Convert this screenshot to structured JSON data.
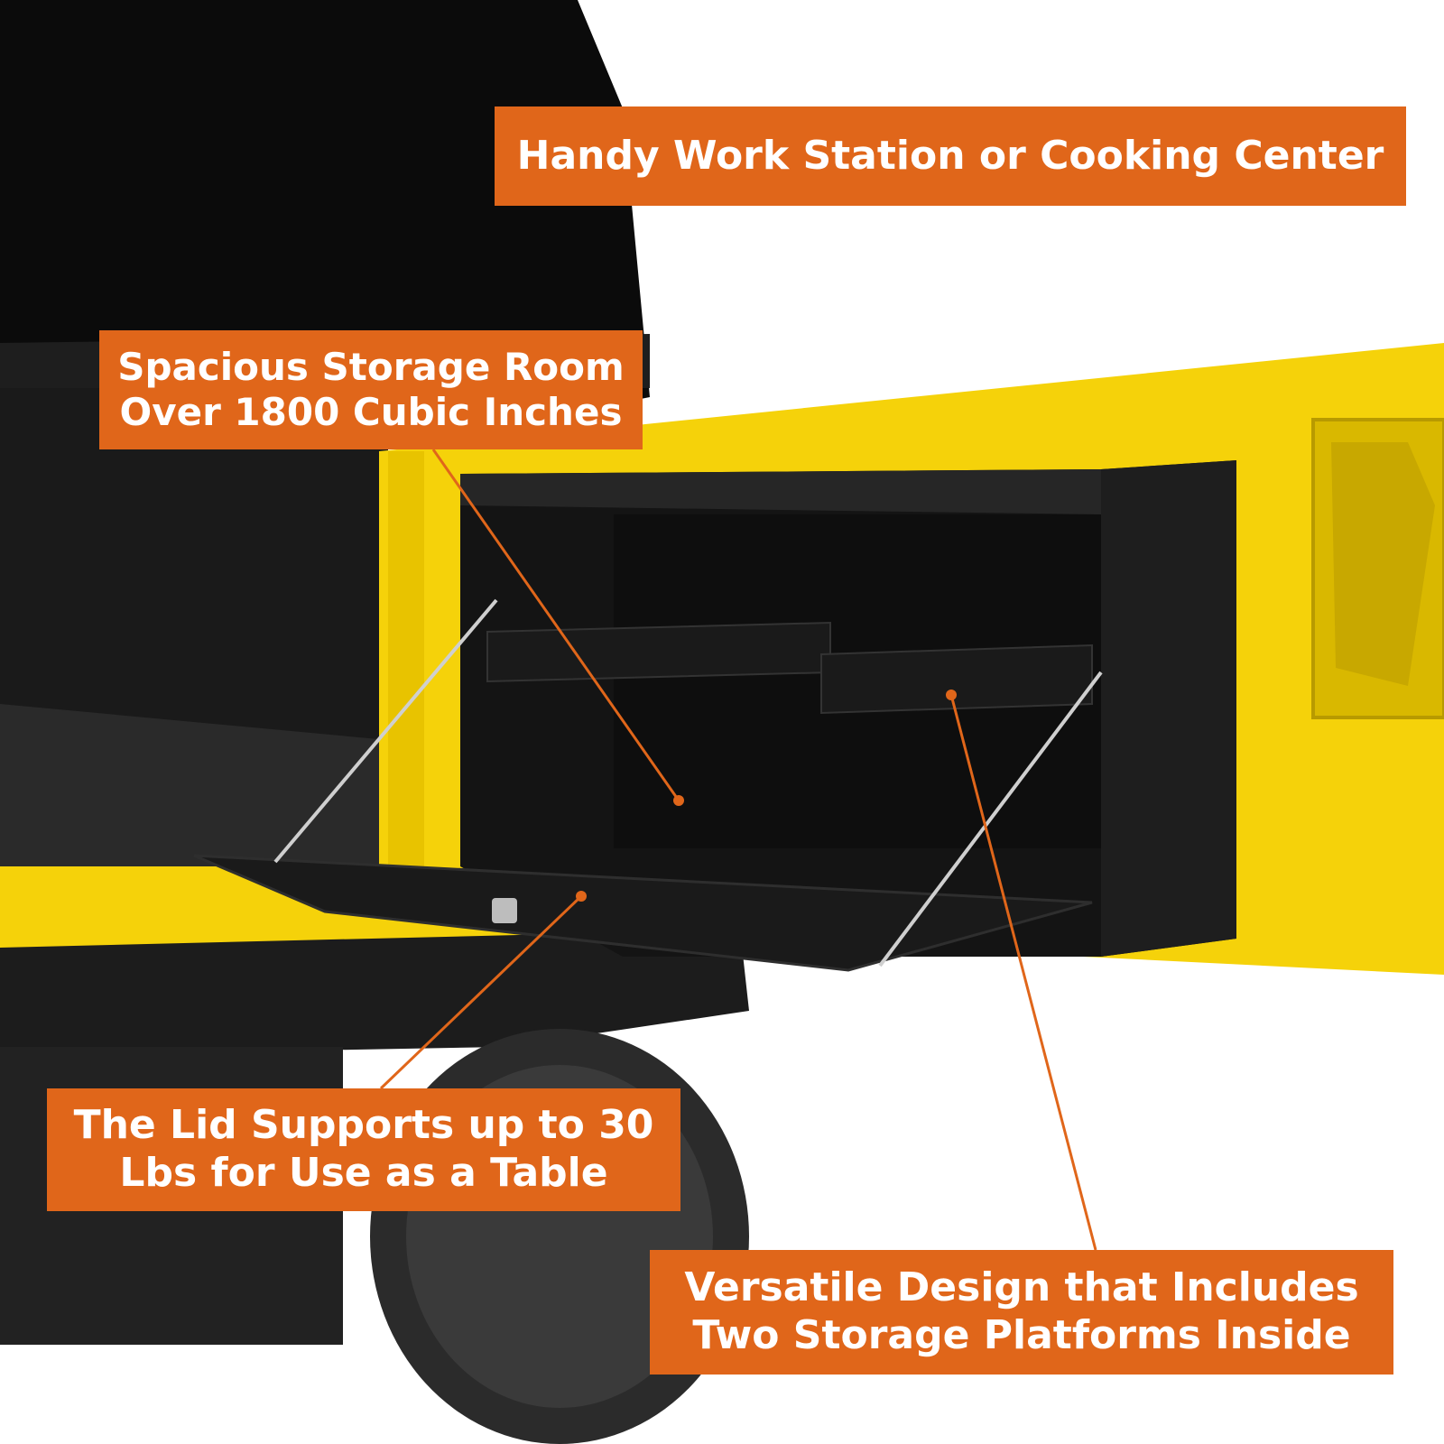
{
  "callouts": {
    "work_station": "Handy Work Station or Cooking Center",
    "storage": {
      "line1": "Spacious Storage Room",
      "line2": "Over 1800 Cubic Inches"
    },
    "lid": {
      "line1": "The Lid Supports up to 30",
      "line2": "Lbs for Use as a Table"
    },
    "design": {
      "line1": "Versatile Design that Includes",
      "line2": "Two Storage Platforms Inside"
    }
  },
  "colors": {
    "callout_bg": "#e0661a",
    "vehicle_yellow": "#f5d20a",
    "box_black": "#141414",
    "leader_line": "#e0661a"
  }
}
